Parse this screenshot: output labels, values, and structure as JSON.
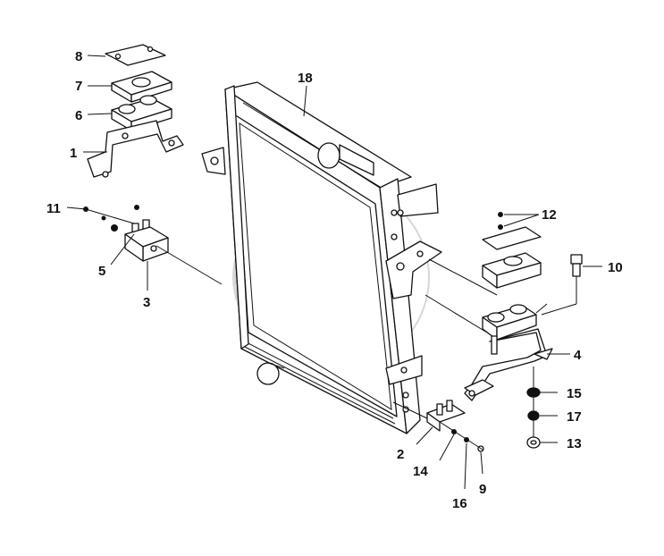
{
  "diagram": {
    "callouts": [
      {
        "id": "c8",
        "text": "8"
      },
      {
        "id": "c7",
        "text": "7"
      },
      {
        "id": "c6",
        "text": "6"
      },
      {
        "id": "c1",
        "text": "1"
      },
      {
        "id": "c11",
        "text": "11"
      },
      {
        "id": "c5",
        "text": "5"
      },
      {
        "id": "c3",
        "text": "3"
      },
      {
        "id": "c18",
        "text": "18"
      },
      {
        "id": "c12",
        "text": "12"
      },
      {
        "id": "c10",
        "text": "10"
      },
      {
        "id": "c4",
        "text": "4"
      },
      {
        "id": "c15",
        "text": "15"
      },
      {
        "id": "c17",
        "text": "17"
      },
      {
        "id": "c13",
        "text": "13"
      },
      {
        "id": "c2",
        "text": "2"
      },
      {
        "id": "c14",
        "text": "14"
      },
      {
        "id": "c16",
        "text": "16"
      },
      {
        "id": "c9",
        "text": "9"
      }
    ],
    "watermark_color": "#b8b8b8",
    "line_color": "#111111"
  }
}
